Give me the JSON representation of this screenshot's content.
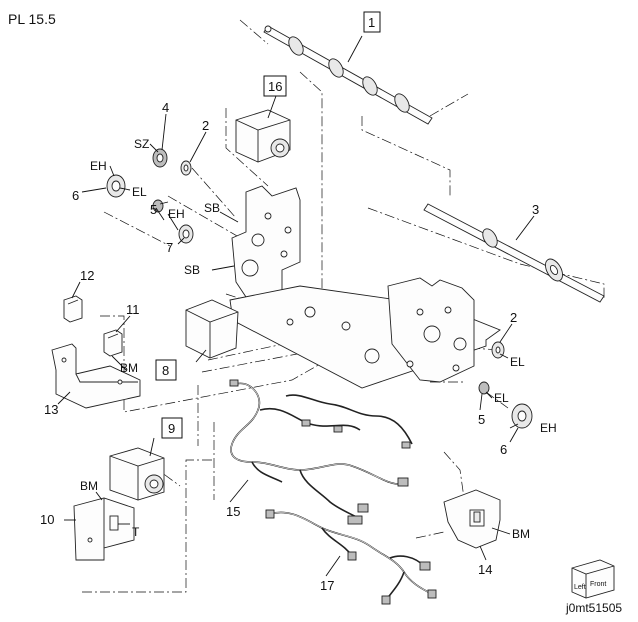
{
  "page": {
    "title": "PL 15.5",
    "code": "j0mt51505"
  },
  "orientation_icon": {
    "left": "Left",
    "front": "Front"
  },
  "callouts": [
    {
      "id": "c1",
      "label": "1",
      "boxed": true
    },
    {
      "id": "c2a",
      "label": "2",
      "boxed": false
    },
    {
      "id": "c2b",
      "label": "2",
      "boxed": false
    },
    {
      "id": "c3",
      "label": "3",
      "boxed": false
    },
    {
      "id": "c4",
      "label": "4",
      "boxed": false
    },
    {
      "id": "c5a",
      "label": "5",
      "boxed": false
    },
    {
      "id": "c5b",
      "label": "5",
      "boxed": false
    },
    {
      "id": "c6a",
      "label": "6",
      "boxed": false
    },
    {
      "id": "c6b",
      "label": "6",
      "boxed": false
    },
    {
      "id": "c7",
      "label": "7",
      "boxed": false
    },
    {
      "id": "c8",
      "label": "8",
      "boxed": true
    },
    {
      "id": "c9",
      "label": "9",
      "boxed": true
    },
    {
      "id": "c10",
      "label": "10",
      "boxed": false
    },
    {
      "id": "c11",
      "label": "11",
      "boxed": false
    },
    {
      "id": "c12",
      "label": "12",
      "boxed": false
    },
    {
      "id": "c13",
      "label": "13",
      "boxed": false
    },
    {
      "id": "c14",
      "label": "14",
      "boxed": true
    },
    {
      "id": "c15",
      "label": "15",
      "boxed": false
    },
    {
      "id": "c16",
      "label": "16",
      "boxed": false
    },
    {
      "id": "c17",
      "label": "17",
      "boxed": false
    }
  ],
  "tags": [
    {
      "id": "t_sz",
      "text": "SZ"
    },
    {
      "id": "t_eh1",
      "text": "EH"
    },
    {
      "id": "t_el1",
      "text": "EL"
    },
    {
      "id": "t_eh2",
      "text": "EH"
    },
    {
      "id": "t_sb1",
      "text": "SB"
    },
    {
      "id": "t_sb2",
      "text": "SB"
    },
    {
      "id": "t_bm1",
      "text": "BM"
    },
    {
      "id": "t_el2",
      "text": "EL"
    },
    {
      "id": "t_el3",
      "text": "EL"
    },
    {
      "id": "t_eh3",
      "text": "EH"
    },
    {
      "id": "t_bm2",
      "text": "BM"
    },
    {
      "id": "t_t",
      "text": "T"
    },
    {
      "id": "t_bm3",
      "text": "BM"
    }
  ]
}
